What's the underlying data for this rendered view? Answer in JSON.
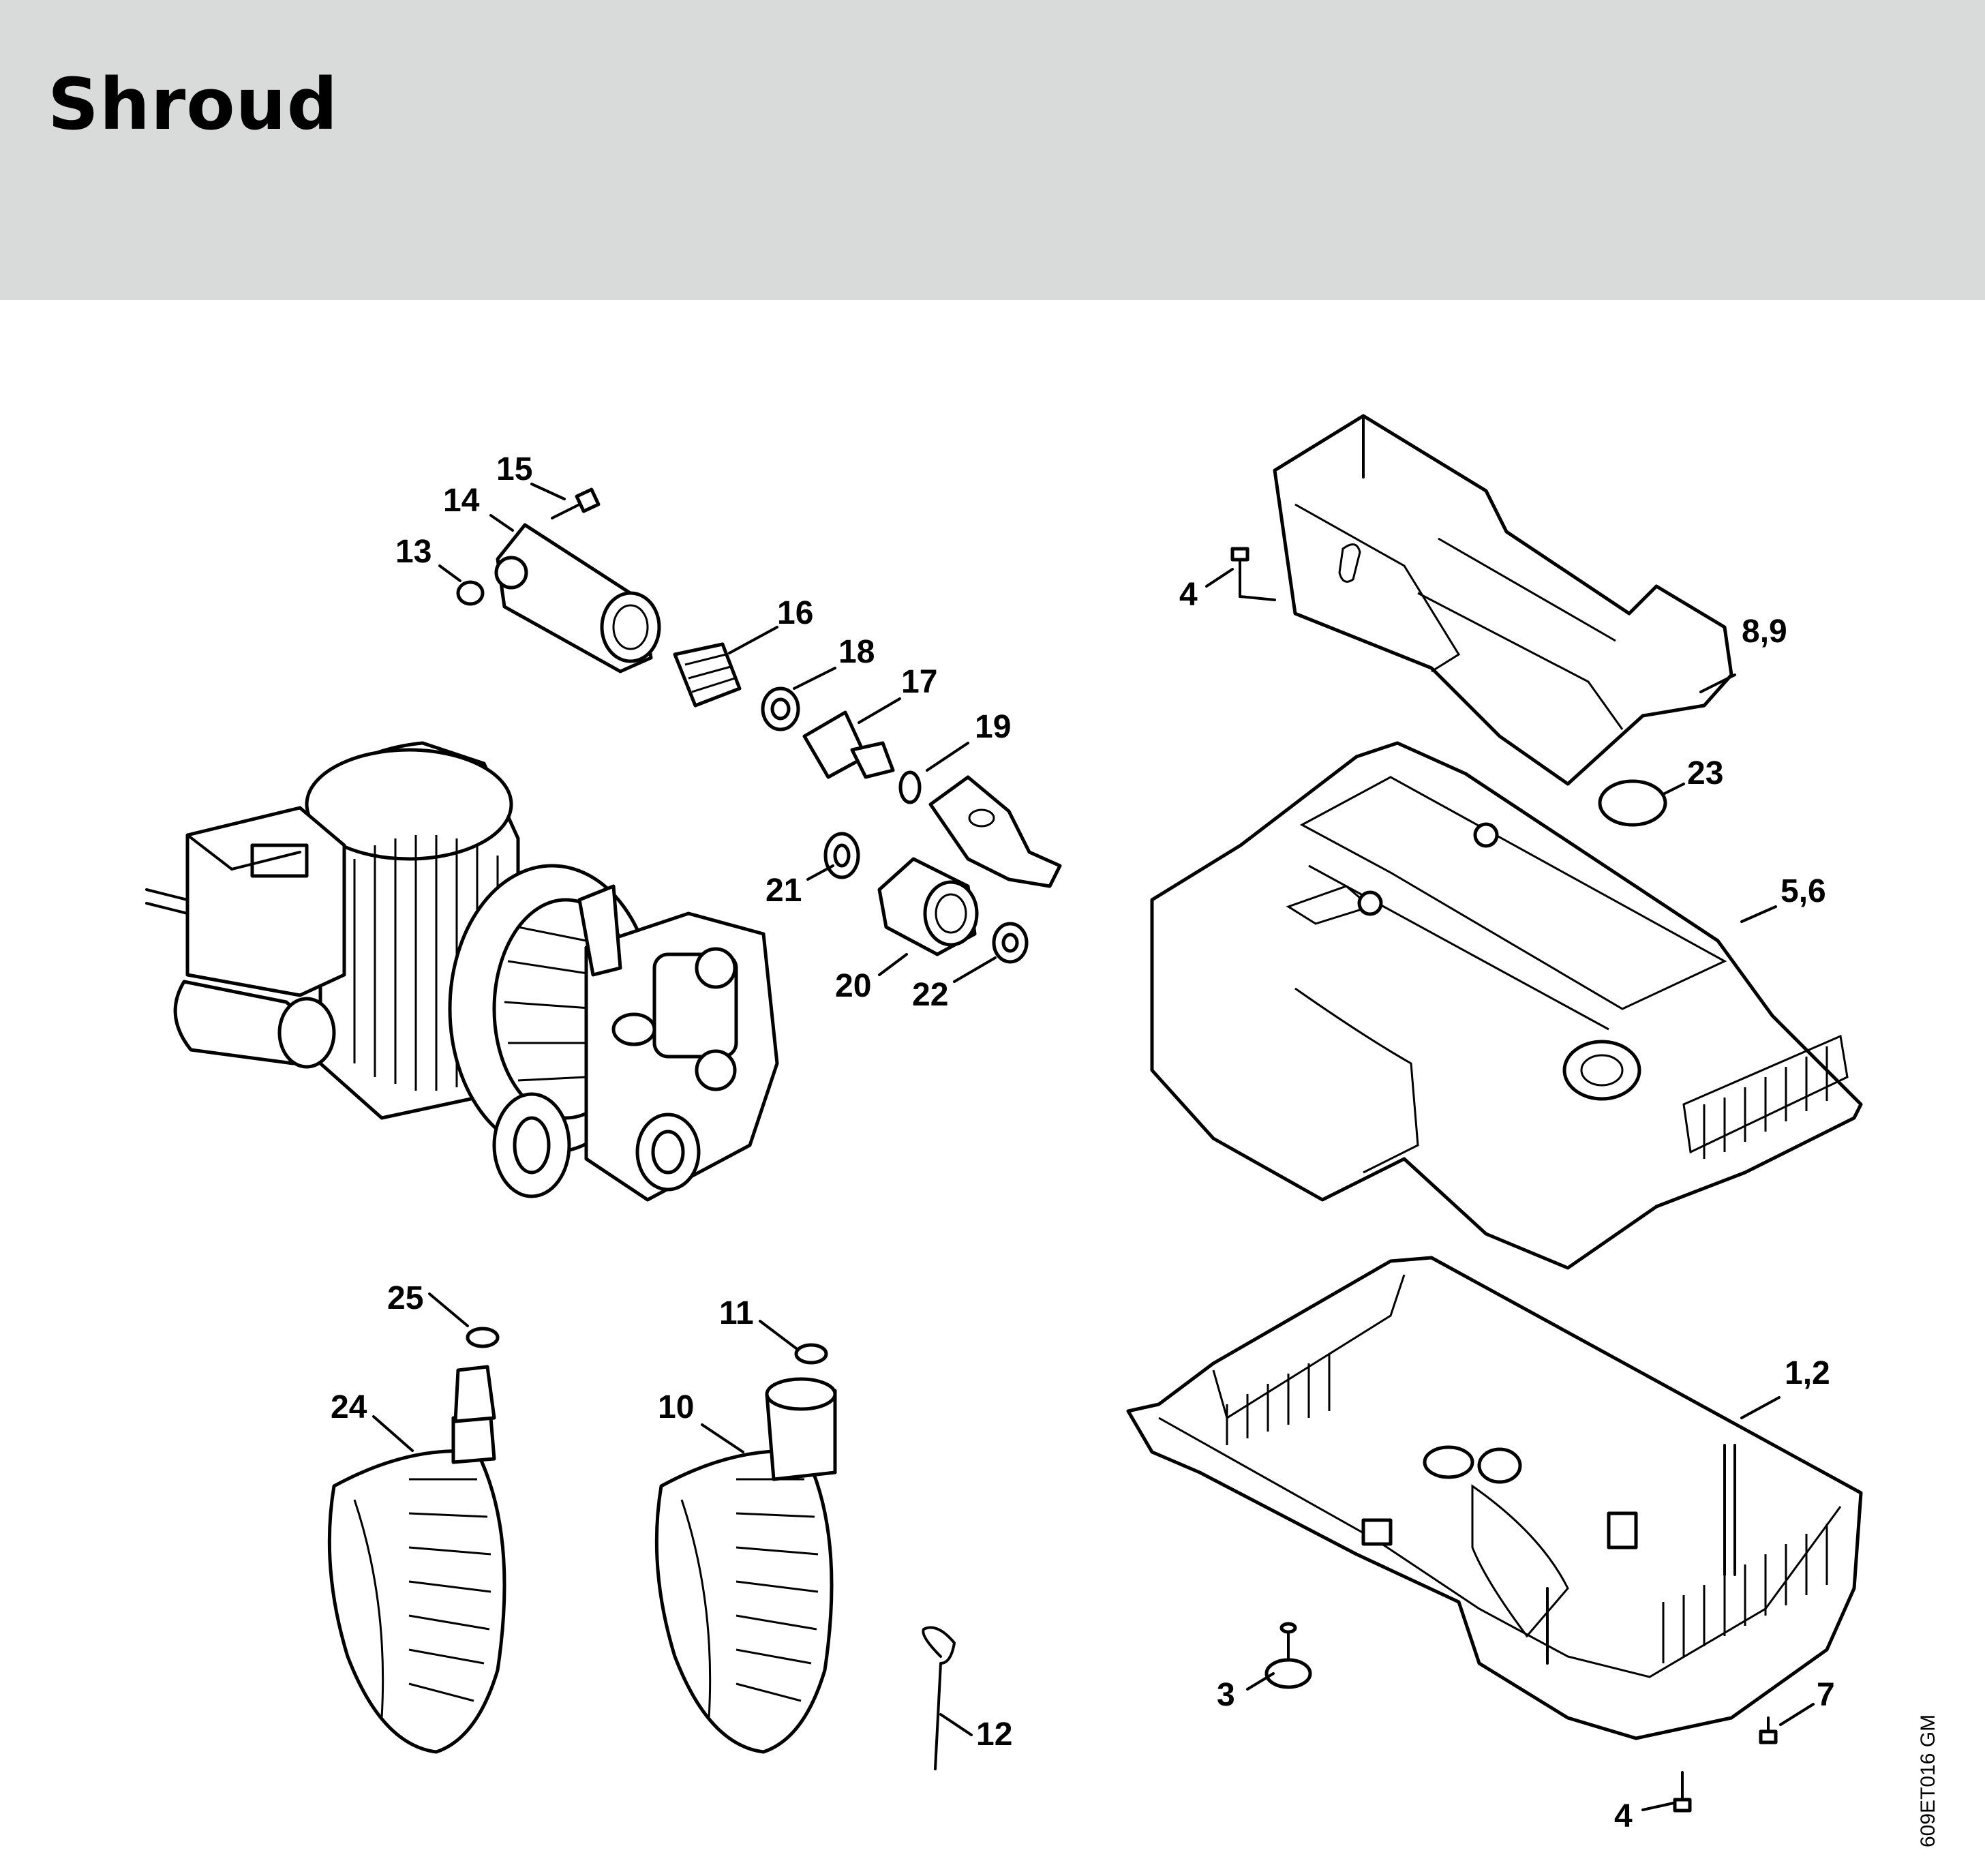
{
  "header": {
    "title": "Shroud"
  },
  "diagram": {
    "part_labels": {
      "p15": "15",
      "p14": "14",
      "p13": "13",
      "p16": "16",
      "p18": "18",
      "p17": "17",
      "p19": "19",
      "p21": "21",
      "p20": "20",
      "p22": "22",
      "p4a": "4",
      "p89": "8,9",
      "p23": "23",
      "p56": "5,6",
      "p25": "25",
      "p24": "24",
      "p11": "11",
      "p10": "10",
      "p12": "12",
      "p12b": "1,2",
      "p3": "3",
      "p7": "7",
      "p4b": "4"
    },
    "reference_code": "609ET016 GM"
  }
}
